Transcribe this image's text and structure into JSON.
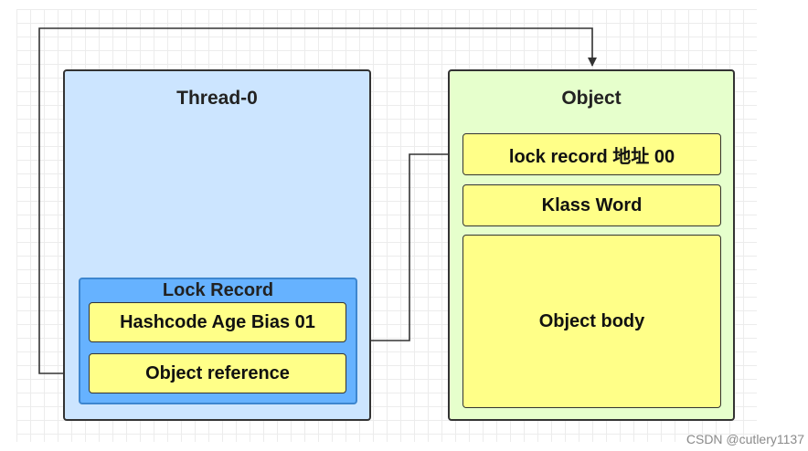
{
  "thread": {
    "title": "Thread-0",
    "lock_record": {
      "title": "Lock Record",
      "fields": [
        "Hashcode Age Bias 01",
        "Object reference"
      ]
    }
  },
  "object": {
    "title": "Object",
    "fields": [
      "lock record 地址 00",
      "Klass Word",
      "Object body"
    ]
  },
  "colors": {
    "thread_fill": "#cce5ff",
    "lock_record_fill": "#66b2ff",
    "object_fill": "#e6ffcc",
    "field_fill": "#ffff88",
    "border": "#333333",
    "connector": "#333333"
  },
  "watermark": "CSDN @cutlery1137"
}
